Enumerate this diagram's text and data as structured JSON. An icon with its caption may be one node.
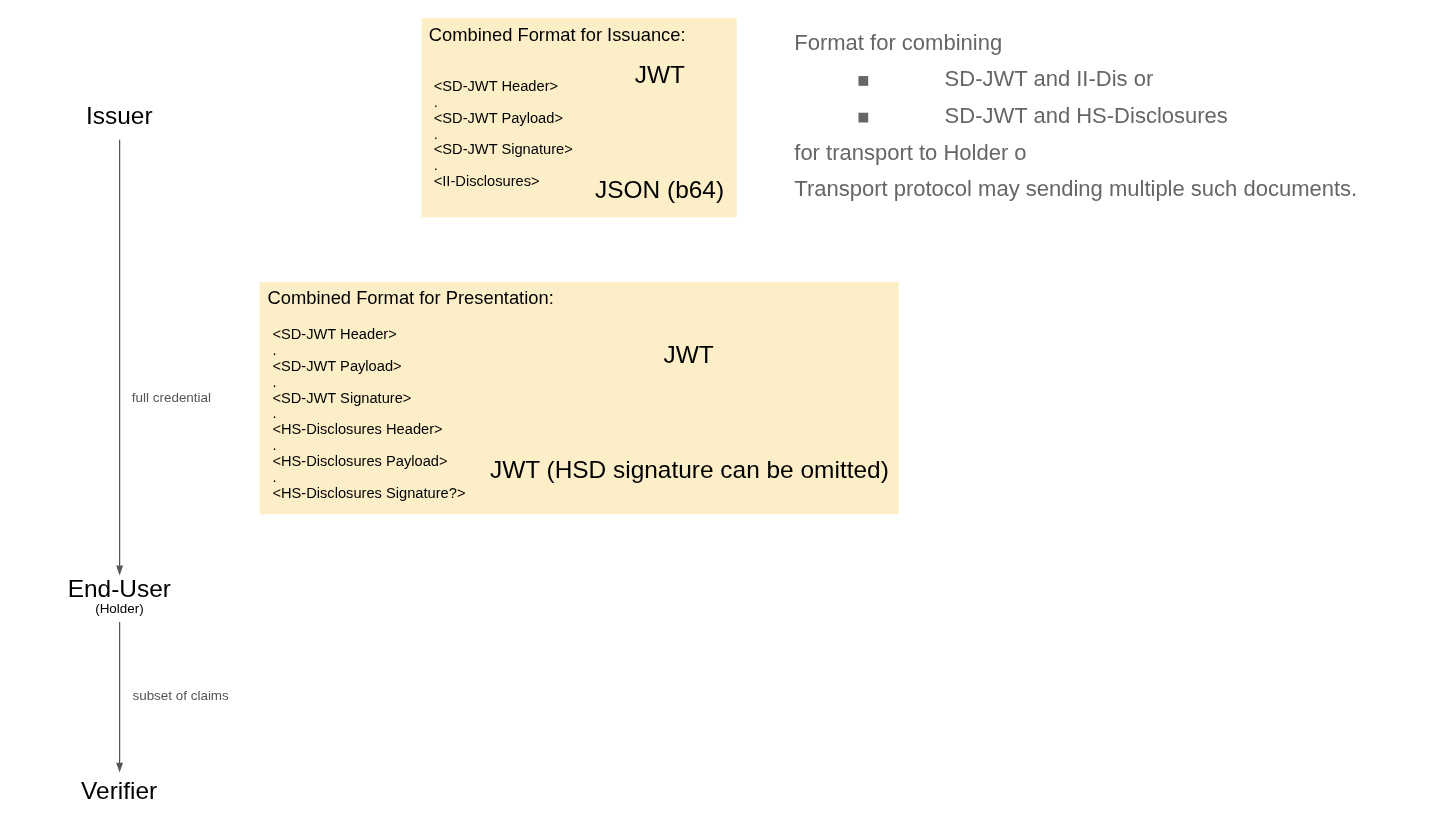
{
  "diagram": {
    "nodes": [
      {
        "text": [
          "Issuer"
        ]
      },
      {
        "text": [
          "End-User",
          "(Holder)"
        ]
      },
      {
        "text": [
          "Verifier"
        ]
      },
      {
        "text": [
          "Combined Format for Issuance:",
          "<SD-JWT Header>",
          ".",
          "<SD-JWT Payload>",
          ".",
          "<SD-JWT Signature>",
          ".",
          "<II-Disclosures>"
        ]
      },
      {
        "text": [
          "Combined Format for Presentation:",
          "<SD-JWT Header>",
          ".",
          "<SD-JWT Payload>",
          ".",
          "<SD-JWT Signature>",
          ".",
          "<HS-Disclosures Header>",
          ".",
          "<HS-Disclosures Payload>",
          ".",
          "<HS-Disclosures Signature?>"
        ]
      }
    ],
    "edges": [
      {
        "from": 0,
        "to": 1,
        "arrow": "to",
        "label": "full credential"
      },
      {
        "from": 1,
        "to": 2,
        "arrow": "to",
        "label": "subset of claims"
      }
    ],
    "labels": [
      "JWT",
      "JSON (b64)",
      "JWT",
      "JWT (HSD signature can be omitted)",
      "Format for combining",
      "SD-JWT and II-Dis or",
      "SD-JWT and HS-Disclosures",
      "for transport to Holder o",
      "Transport protocol may sending multiple such documents."
    ]
  }
}
